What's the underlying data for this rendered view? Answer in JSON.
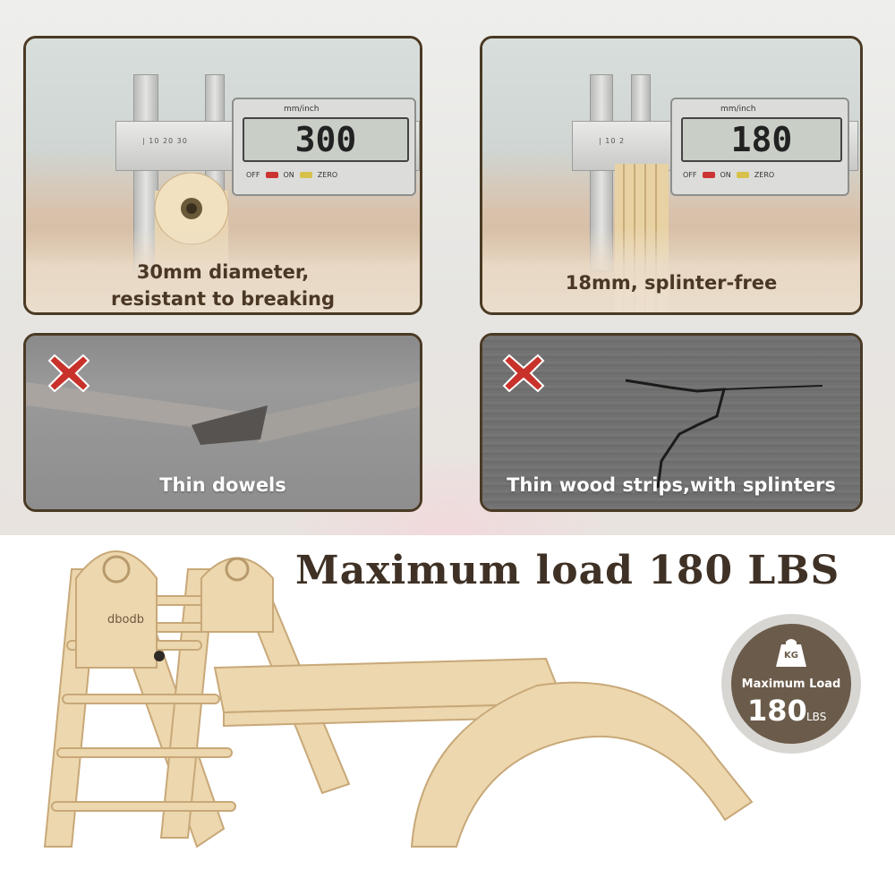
{
  "panels": {
    "diameter": {
      "reading": "300",
      "unit_label": "mm/inch",
      "buttons": [
        "OFF",
        "ON",
        "ZERO"
      ],
      "caption_line1": "30mm diameter,",
      "caption_line2": "resistant to breaking"
    },
    "thickness": {
      "reading": "180",
      "unit_label": "mm/inch",
      "buttons": [
        "OFF",
        "ON",
        "ZERO"
      ],
      "caption": "18mm, splinter-free"
    },
    "bad_dowels": {
      "caption": "Thin dowels"
    },
    "bad_strips": {
      "caption": "Thin wood strips,with splinters"
    }
  },
  "headline": "Maximum load 180 LBS",
  "badge": {
    "icon_label": "KG",
    "title": "Maximum Load",
    "value": "180",
    "unit": "LBS"
  },
  "product": {
    "brand": "dbodb"
  },
  "colors": {
    "frame_brown": "#4a3a24",
    "headline_brown": "#3f3125",
    "badge_brown": "#6b5b4a",
    "x_mark_red": "#c8322a",
    "wood": "#e9d2a6"
  }
}
